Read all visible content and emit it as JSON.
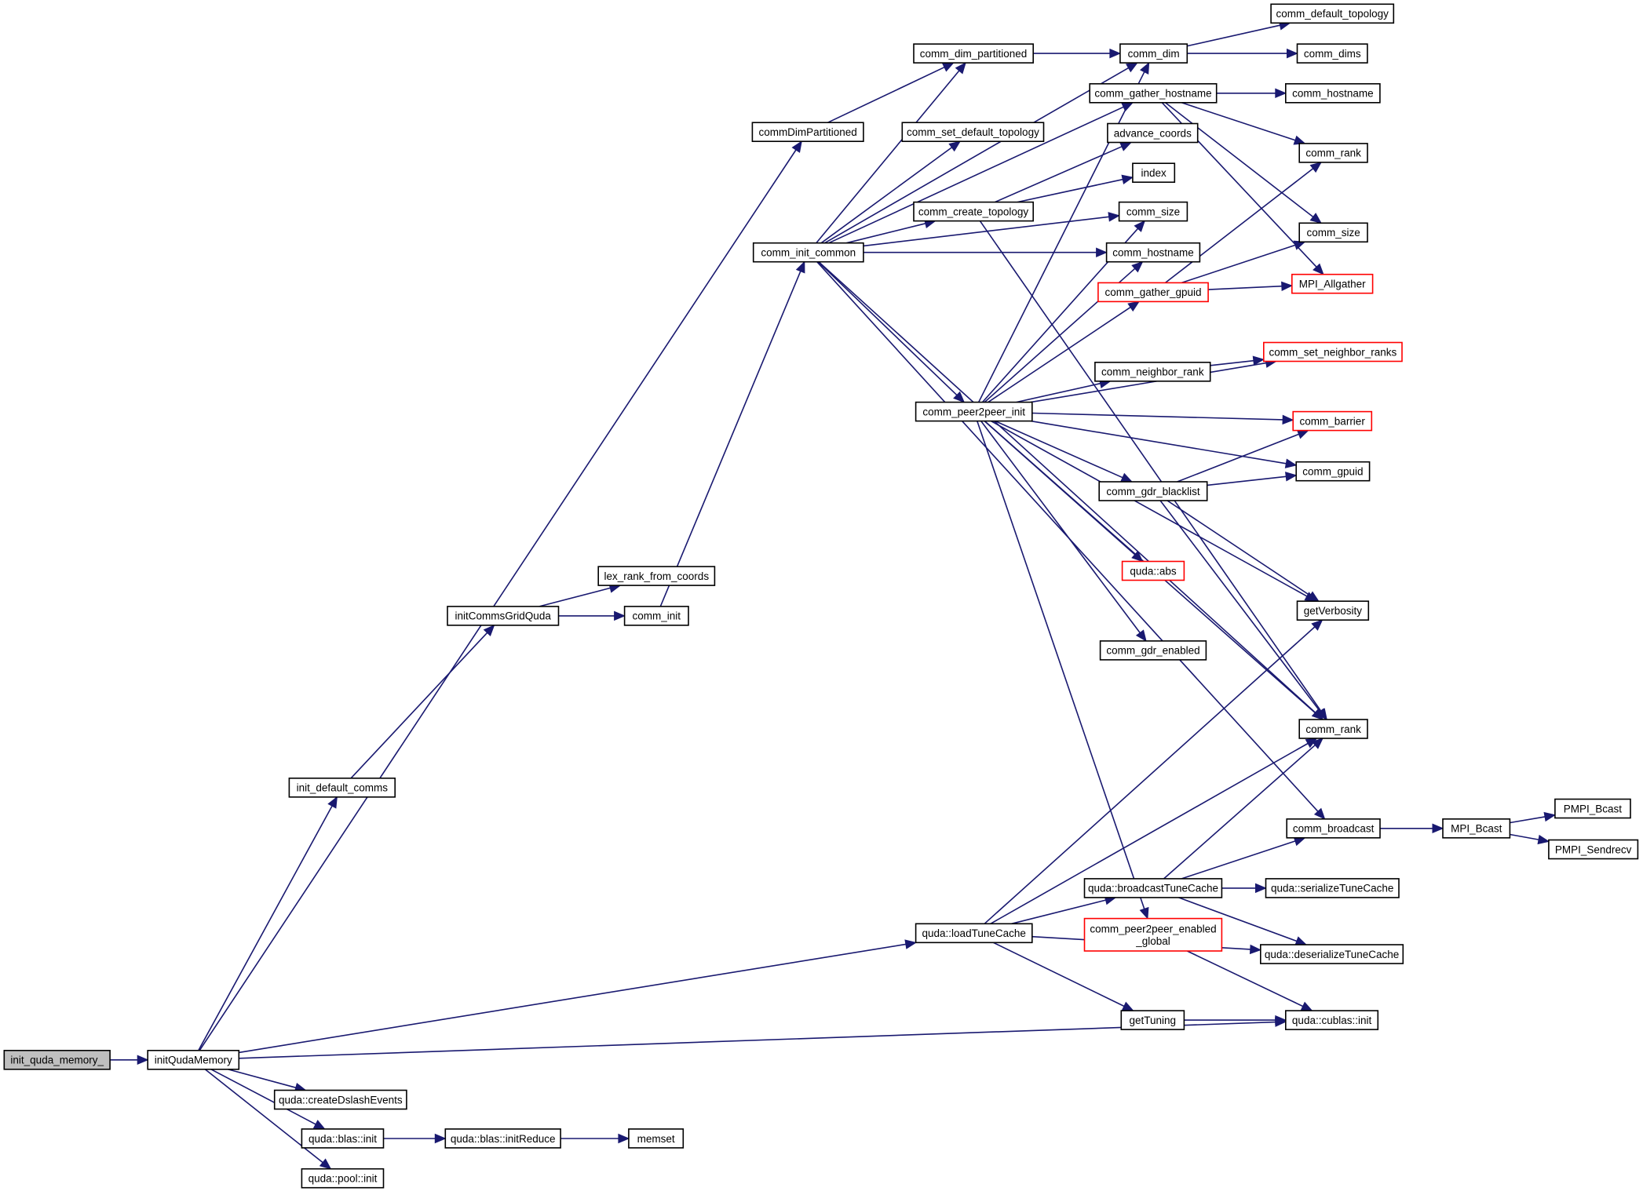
{
  "colors": {
    "edge": "#191970",
    "node_border": "#000000",
    "node_border_highlight": "#ff0000",
    "root_fill": "#bfbfbf"
  },
  "nodes": [
    {
      "id": "init_quda_memory_",
      "label": "init_quda_memory_",
      "kind": "root"
    },
    {
      "id": "initQudaMemory",
      "label": "initQudaMemory"
    },
    {
      "id": "commDimPartitioned",
      "label": "commDimPartitioned"
    },
    {
      "id": "init_default_comms",
      "label": "init_default_comms"
    },
    {
      "id": "initCommsGridQuda",
      "label": "initCommsGridQuda"
    },
    {
      "id": "lex_rank_from_coords",
      "label": "lex_rank_from_coords"
    },
    {
      "id": "comm_init",
      "label": "comm_init"
    },
    {
      "id": "comm_init_common",
      "label": "comm_init_common"
    },
    {
      "id": "comm_dim_partitioned",
      "label": "comm_dim_partitioned"
    },
    {
      "id": "comm_set_default_topology",
      "label": "comm_set_default_topology"
    },
    {
      "id": "comm_create_topology",
      "label": "comm_create_topology"
    },
    {
      "id": "comm_peer2peer_init",
      "label": "comm_peer2peer_init"
    },
    {
      "id": "comm_dim",
      "label": "comm_dim"
    },
    {
      "id": "comm_gather_hostname",
      "label": "comm_gather_hostname"
    },
    {
      "id": "advance_coords",
      "label": "advance_coords"
    },
    {
      "id": "index",
      "label": "index"
    },
    {
      "id": "comm_size_a",
      "label": "comm_size"
    },
    {
      "id": "comm_hostname_a",
      "label": "comm_hostname"
    },
    {
      "id": "comm_gather_gpuid",
      "label": "comm_gather_gpuid",
      "kind": "red"
    },
    {
      "id": "comm_neighbor_rank",
      "label": "comm_neighbor_rank"
    },
    {
      "id": "comm_gdr_blacklist",
      "label": "comm_gdr_blacklist"
    },
    {
      "id": "quda_abs",
      "label": "quda::abs",
      "kind": "red"
    },
    {
      "id": "comm_gdr_enabled",
      "label": "comm_gdr_enabled"
    },
    {
      "id": "comm_peer2peer_enabled_global",
      "label": "comm_peer2peer_enabled\n_global",
      "kind": "red"
    },
    {
      "id": "comm_default_topology",
      "label": "comm_default_topology"
    },
    {
      "id": "comm_dims",
      "label": "comm_dims"
    },
    {
      "id": "comm_hostname_b",
      "label": "comm_hostname"
    },
    {
      "id": "comm_rank_a",
      "label": "comm_rank"
    },
    {
      "id": "comm_size_b",
      "label": "comm_size"
    },
    {
      "id": "MPI_Allgather",
      "label": "MPI_Allgather",
      "kind": "red"
    },
    {
      "id": "comm_set_neighbor_ranks",
      "label": "comm_set_neighbor_ranks",
      "kind": "red"
    },
    {
      "id": "comm_barrier",
      "label": "comm_barrier",
      "kind": "red"
    },
    {
      "id": "comm_gpuid",
      "label": "comm_gpuid"
    },
    {
      "id": "getVerbosity",
      "label": "getVerbosity"
    },
    {
      "id": "comm_rank_b",
      "label": "comm_rank"
    },
    {
      "id": "comm_broadcast",
      "label": "comm_broadcast"
    },
    {
      "id": "MPI_Bcast",
      "label": "MPI_Bcast"
    },
    {
      "id": "PMPI_Bcast",
      "label": "PMPI_Bcast"
    },
    {
      "id": "PMPI_Sendrecv",
      "label": "PMPI_Sendrecv"
    },
    {
      "id": "quda_broadcastTuneCache",
      "label": "quda::broadcastTuneCache"
    },
    {
      "id": "quda_serializeTuneCache",
      "label": "quda::serializeTuneCache"
    },
    {
      "id": "quda_loadTuneCache",
      "label": "quda::loadTuneCache"
    },
    {
      "id": "quda_deserializeTuneCache",
      "label": "quda::deserializeTuneCache"
    },
    {
      "id": "getTuning",
      "label": "getTuning"
    },
    {
      "id": "quda_cublas_init",
      "label": "quda::cublas::init"
    },
    {
      "id": "quda_createDslashEvents",
      "label": "quda::createDslashEvents"
    },
    {
      "id": "quda_blas_init",
      "label": "quda::blas::init"
    },
    {
      "id": "quda_blas_initReduce",
      "label": "quda::blas::initReduce"
    },
    {
      "id": "memset",
      "label": "memset"
    },
    {
      "id": "quda_pool_init",
      "label": "quda::pool::init"
    }
  ],
  "edges": [
    [
      "init_quda_memory_",
      "initQudaMemory"
    ],
    [
      "initQudaMemory",
      "commDimPartitioned"
    ],
    [
      "initQudaMemory",
      "init_default_comms"
    ],
    [
      "initQudaMemory",
      "quda_loadTuneCache"
    ],
    [
      "initQudaMemory",
      "quda_cublas_init"
    ],
    [
      "initQudaMemory",
      "quda_createDslashEvents"
    ],
    [
      "initQudaMemory",
      "quda_blas_init"
    ],
    [
      "initQudaMemory",
      "quda_pool_init"
    ],
    [
      "commDimPartitioned",
      "comm_dim_partitioned"
    ],
    [
      "init_default_comms",
      "initCommsGridQuda"
    ],
    [
      "initCommsGridQuda",
      "lex_rank_from_coords"
    ],
    [
      "initCommsGridQuda",
      "comm_init"
    ],
    [
      "comm_init",
      "comm_init_common"
    ],
    [
      "comm_init_common",
      "comm_dim_partitioned"
    ],
    [
      "comm_init_common",
      "comm_dim"
    ],
    [
      "comm_init_common",
      "comm_set_default_topology"
    ],
    [
      "comm_init_common",
      "comm_gather_hostname"
    ],
    [
      "comm_init_common",
      "comm_create_topology"
    ],
    [
      "comm_init_common",
      "comm_size_a"
    ],
    [
      "comm_init_common",
      "comm_hostname_a"
    ],
    [
      "comm_init_common",
      "comm_peer2peer_init"
    ],
    [
      "comm_init_common",
      "comm_rank_b"
    ],
    [
      "comm_init_common",
      "comm_broadcast"
    ],
    [
      "comm_dim_partitioned",
      "comm_dim"
    ],
    [
      "comm_dim",
      "comm_default_topology"
    ],
    [
      "comm_dim",
      "comm_dims"
    ],
    [
      "comm_gather_hostname",
      "comm_hostname_b"
    ],
    [
      "comm_gather_hostname",
      "comm_rank_a"
    ],
    [
      "comm_gather_hostname",
      "comm_size_b"
    ],
    [
      "comm_gather_hostname",
      "MPI_Allgather"
    ],
    [
      "comm_create_topology",
      "advance_coords"
    ],
    [
      "comm_create_topology",
      "index"
    ],
    [
      "comm_create_topology",
      "comm_rank_b"
    ],
    [
      "comm_gather_gpuid",
      "comm_rank_a"
    ],
    [
      "comm_gather_gpuid",
      "comm_size_b"
    ],
    [
      "comm_gather_gpuid",
      "MPI_Allgather"
    ],
    [
      "comm_peer2peer_init",
      "comm_dim"
    ],
    [
      "comm_peer2peer_init",
      "comm_size_a"
    ],
    [
      "comm_peer2peer_init",
      "comm_hostname_a"
    ],
    [
      "comm_peer2peer_init",
      "comm_gather_gpuid"
    ],
    [
      "comm_peer2peer_init",
      "comm_set_neighbor_ranks"
    ],
    [
      "comm_peer2peer_init",
      "comm_neighbor_rank"
    ],
    [
      "comm_peer2peer_init",
      "comm_barrier"
    ],
    [
      "comm_peer2peer_init",
      "comm_gpuid"
    ],
    [
      "comm_peer2peer_init",
      "comm_gdr_blacklist"
    ],
    [
      "comm_peer2peer_init",
      "quda_abs"
    ],
    [
      "comm_peer2peer_init",
      "getVerbosity"
    ],
    [
      "comm_peer2peer_init",
      "comm_gdr_enabled"
    ],
    [
      "comm_peer2peer_init",
      "comm_rank_b"
    ],
    [
      "comm_peer2peer_init",
      "comm_peer2peer_enabled_global"
    ],
    [
      "comm_neighbor_rank",
      "comm_set_neighbor_ranks"
    ],
    [
      "comm_gdr_blacklist",
      "comm_barrier"
    ],
    [
      "comm_gdr_blacklist",
      "comm_gpuid"
    ],
    [
      "comm_gdr_blacklist",
      "getVerbosity"
    ],
    [
      "comm_gdr_blacklist",
      "comm_rank_b"
    ],
    [
      "comm_broadcast",
      "MPI_Bcast"
    ],
    [
      "MPI_Bcast",
      "PMPI_Bcast"
    ],
    [
      "MPI_Bcast",
      "PMPI_Sendrecv"
    ],
    [
      "quda_loadTuneCache",
      "getVerbosity"
    ],
    [
      "quda_loadTuneCache",
      "comm_rank_b"
    ],
    [
      "quda_loadTuneCache",
      "quda_broadcastTuneCache"
    ],
    [
      "quda_loadTuneCache",
      "quda_deserializeTuneCache"
    ],
    [
      "quda_loadTuneCache",
      "getTuning"
    ],
    [
      "quda_broadcastTuneCache",
      "comm_rank_b"
    ],
    [
      "quda_broadcastTuneCache",
      "comm_broadcast"
    ],
    [
      "quda_broadcastTuneCache",
      "quda_serializeTuneCache"
    ],
    [
      "quda_broadcastTuneCache",
      "quda_deserializeTuneCache"
    ],
    [
      "comm_peer2peer_enabled_global",
      "quda_cublas_init"
    ],
    [
      "getTuning",
      "quda_cublas_init"
    ],
    [
      "quda_blas_init",
      "quda_blas_initReduce"
    ],
    [
      "quda_blas_initReduce",
      "memset"
    ]
  ]
}
